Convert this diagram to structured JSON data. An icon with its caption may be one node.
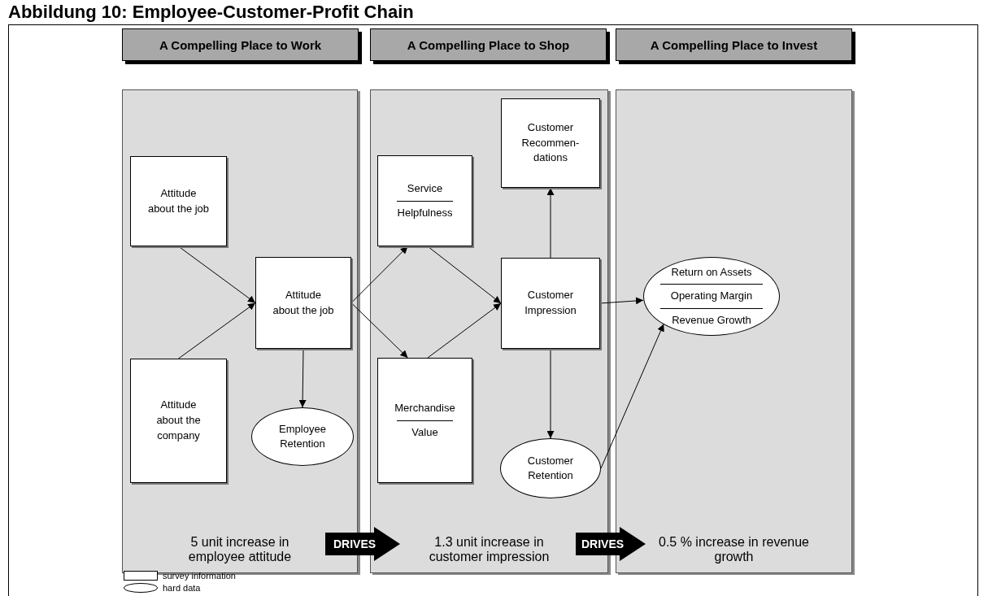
{
  "diagram": {
    "title": "Abbildung 10: Employee-Customer-Profit Chain",
    "nodes": [
      {
        "text": [
          "A Compelling Place to Work"
        ]
      },
      {
        "text": [
          "A Compelling Place to Shop"
        ]
      },
      {
        "text": [
          "A Compelling Place to Invest"
        ]
      },
      {
        "text": [
          "5 unit increase in employee attitude"
        ]
      },
      {
        "text": [
          "Attitude about the job"
        ],
        "in": 3
      },
      {
        "text": [
          "Attitude about the company"
        ],
        "in": 3
      },
      {
        "text": [
          "Attitude about the job"
        ],
        "in": 3
      },
      {
        "text": [
          "Employee Retention"
        ],
        "in": 3
      },
      {
        "text": [
          "1.3 unit increase in customer impression"
        ]
      },
      {
        "text": [
          "Customer Recommen- dations"
        ],
        "in": 8
      },
      {
        "text": [
          "Service",
          "Helpfulness"
        ],
        "in": 8
      },
      {
        "text": [
          "Merchandise",
          "Value"
        ],
        "in": 8
      },
      {
        "text": [
          "Customer Impression"
        ],
        "in": 8
      },
      {
        "text": [
          "Customer Retention"
        ],
        "in": 8
      },
      {
        "text": [
          "0.5 % increase in revenue growth"
        ]
      },
      {
        "text": [
          "Return on Assets",
          "Operating Margin",
          "Revenue Growth"
        ],
        "in": 14
      }
    ],
    "edges": [
      {
        "from": 4,
        "to": 6,
        "arrow": "to"
      },
      {
        "from": 5,
        "to": 6,
        "arrow": "to"
      },
      {
        "from": 6,
        "to": 7,
        "arrow": "to"
      },
      {
        "from": 6,
        "to": 10,
        "arrow": "to"
      },
      {
        "from": 6,
        "to": 11,
        "arrow": "to"
      },
      {
        "from": 10,
        "to": 12,
        "arrow": "to"
      },
      {
        "from": 11,
        "to": 12,
        "arrow": "to"
      },
      {
        "from": 12,
        "to": 9,
        "arrow": "to"
      },
      {
        "from": 12,
        "to": 13,
        "arrow": "to"
      },
      {
        "from": 12,
        "to": 15,
        "arrow": "to"
      },
      {
        "from": 13,
        "to": 15,
        "arrow": "to"
      },
      {
        "from": 3,
        "to": 8,
        "arrow": "to",
        "label": "DRIVES",
        "style": "thick"
      },
      {
        "from": 8,
        "to": 14,
        "arrow": "to",
        "label": "DRIVES",
        "style": "thick"
      }
    ],
    "legend": [
      {
        "text": "survey information"
      },
      {
        "text": "hard data"
      }
    ]
  }
}
